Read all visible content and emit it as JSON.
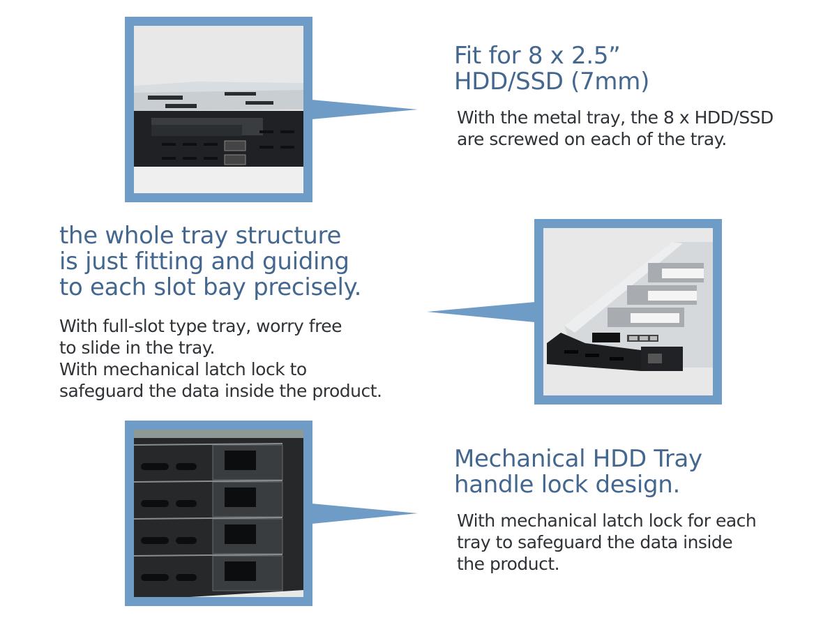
{
  "theme": {
    "accent": "#6f9cc7",
    "title_color": "#44678f",
    "text_color": "#2f3337"
  },
  "features": [
    {
      "title_lines": [
        "Fit for 8 x 2.5”",
        "HDD/SSD (7mm)"
      ],
      "body_lines": [
        "With the metal tray, the 8 x HDD/SSD",
        "are screwed on each of the tray."
      ],
      "image": "stacked-hdd-trays-enclosure-photo"
    },
    {
      "title_lines": [
        "the whole tray structure",
        "is just fitting and guiding",
        "to each slot bay precisely."
      ],
      "body_lines": [
        "With full-slot type tray, worry free",
        "to slide in the tray.",
        "With mechanical latch lock to",
        "safeguard the data inside the product."
      ],
      "image": "single-metal-tray-photo"
    },
    {
      "title_lines": [
        "Mechanical HDD Tray",
        "handle lock design."
      ],
      "body_lines": [
        "With mechanical latch lock for each",
        "tray to safeguard the data inside",
        "the product."
      ],
      "image": "tray-handle-latches-closeup-photo"
    }
  ]
}
